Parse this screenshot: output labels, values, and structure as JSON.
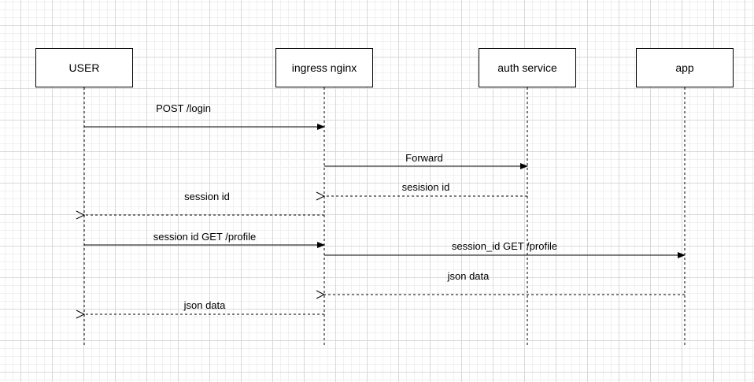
{
  "participants": {
    "user": "USER",
    "ingress": "ingress nginx",
    "auth": "auth service",
    "app": "app"
  },
  "messages": {
    "m1": "POST /login",
    "m2": "Forward",
    "m3": "sesision id",
    "m4": "session id",
    "m5": "session id GET /profile",
    "m6": "session_id GET /profile",
    "m7": "json data",
    "m8": "json data"
  }
}
